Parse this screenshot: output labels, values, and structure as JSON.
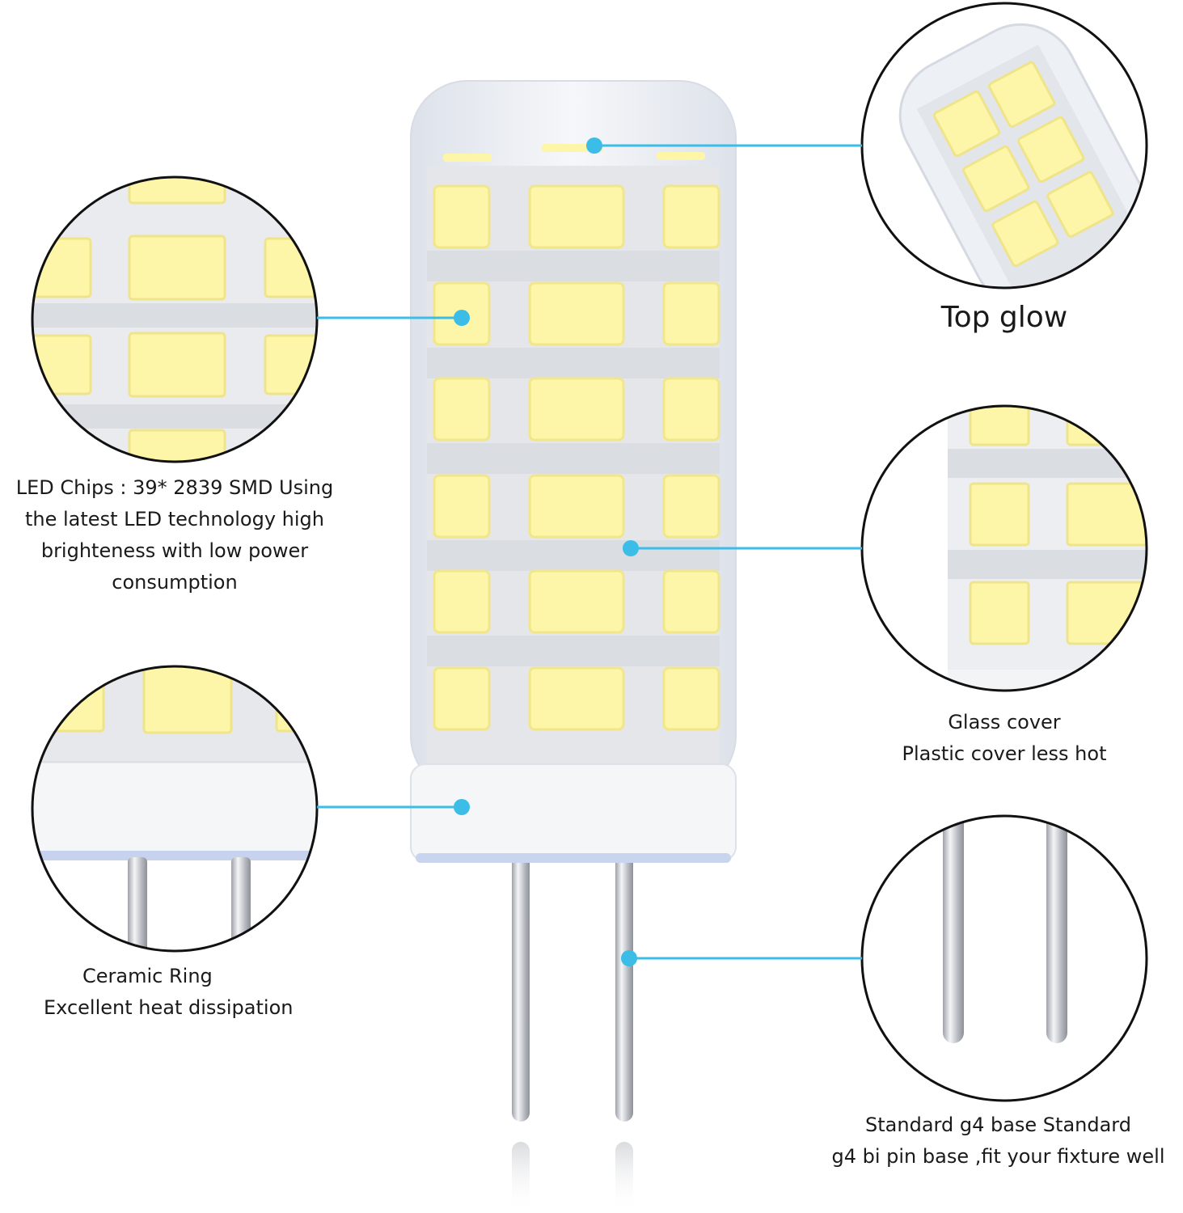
{
  "callouts": {
    "led_chips": {
      "lines": [
        "LED Chips : 39* 2839 SMD Using",
        "the latest LED technology high",
        "brighteness with low power",
        "consumption"
      ]
    },
    "top_glow": {
      "lines": [
        "Top glow"
      ]
    },
    "glass_cover": {
      "lines": [
        "Glass cover",
        "Plastic cover less hot"
      ]
    },
    "ceramic_ring": {
      "lines": [
        "Ceramic Ring",
        "Excellent heat dissipation"
      ]
    },
    "g4_base": {
      "lines": [
        "Standard g4 base Standard",
        "g4 bi pin base ,fit your fixture well"
      ]
    }
  },
  "colors": {
    "leader": "#3bbde8",
    "chip": "#fdf6a9",
    "chip_edge": "#f1e68a",
    "housing": "#eef1f6",
    "ring": "#f4f5f7",
    "pin": "#c9ccd2"
  }
}
